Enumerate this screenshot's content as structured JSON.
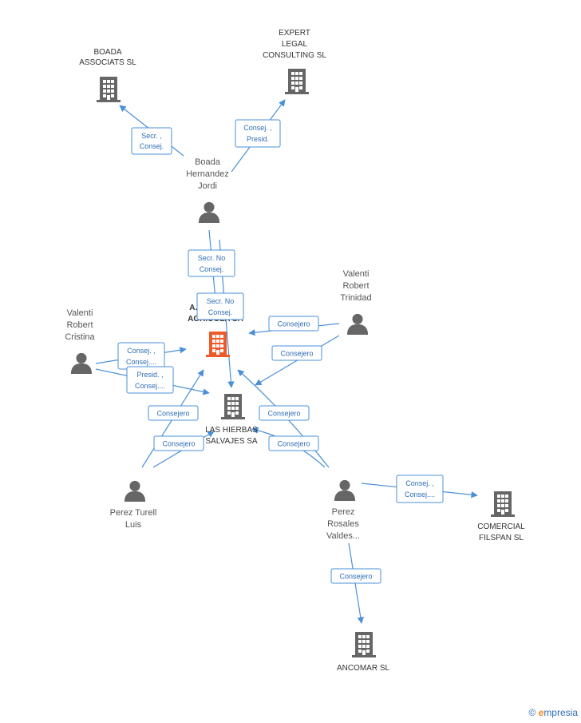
{
  "colors": {
    "edge": "#4a90d9",
    "edge_text": "#2f6db5",
    "building": "#666666",
    "building_focus": "#f05a2a",
    "person": "#666666"
  },
  "companies": {
    "boada_associats": [
      "BOADA",
      "ASSOCIATS SL"
    ],
    "expert_legal": [
      "EXPERT",
      "LEGAL",
      "CONSULTING SL"
    ],
    "focus_company": [
      "A...",
      "AGRICOLA SA"
    ],
    "las_hierbas": [
      "LAS HIERBAS",
      "SALVAJES SA"
    ],
    "comercial_filspan": [
      "COMERCIAL",
      "FILSPAN SL"
    ],
    "ancomar": [
      "ANCOMAR SL"
    ]
  },
  "persons": {
    "boada_hernandez": [
      "Boada",
      "Hernandez",
      "Jordi"
    ],
    "valenti_trinidad": [
      "Valenti",
      "Robert",
      "Trinidad"
    ],
    "valenti_cristina": [
      "Valenti",
      "Robert",
      "Cristina"
    ],
    "perez_turell": [
      "Perez Turell",
      "Luis"
    ],
    "perez_rosales": [
      "Perez",
      "Rosales",
      "Valdes..."
    ]
  },
  "edges": {
    "e1": [
      "Secr. ,",
      "Consej."
    ],
    "e2": [
      "Consej. ,",
      "Presid."
    ],
    "e3": [
      "Secr.  No",
      "Consej."
    ],
    "e4": [
      "Secr.  No",
      "Consej."
    ],
    "e5": [
      "Consejero"
    ],
    "e6": [
      "Consejero"
    ],
    "e7": [
      "Consej. ,",
      "Consej...."
    ],
    "e8": [
      "Presid. ,",
      "Consej...."
    ],
    "e9": [
      "Consejero"
    ],
    "e10": [
      "Consejero"
    ],
    "e11": [
      "Consejero"
    ],
    "e12": [
      "Consejero"
    ],
    "e13": [
      "Consej. ,",
      "Consej...."
    ],
    "e14": [
      "Consejero"
    ]
  },
  "watermark": {
    "copyright": "©",
    "brand_e": "e",
    "brand_rest": "mpresia"
  }
}
